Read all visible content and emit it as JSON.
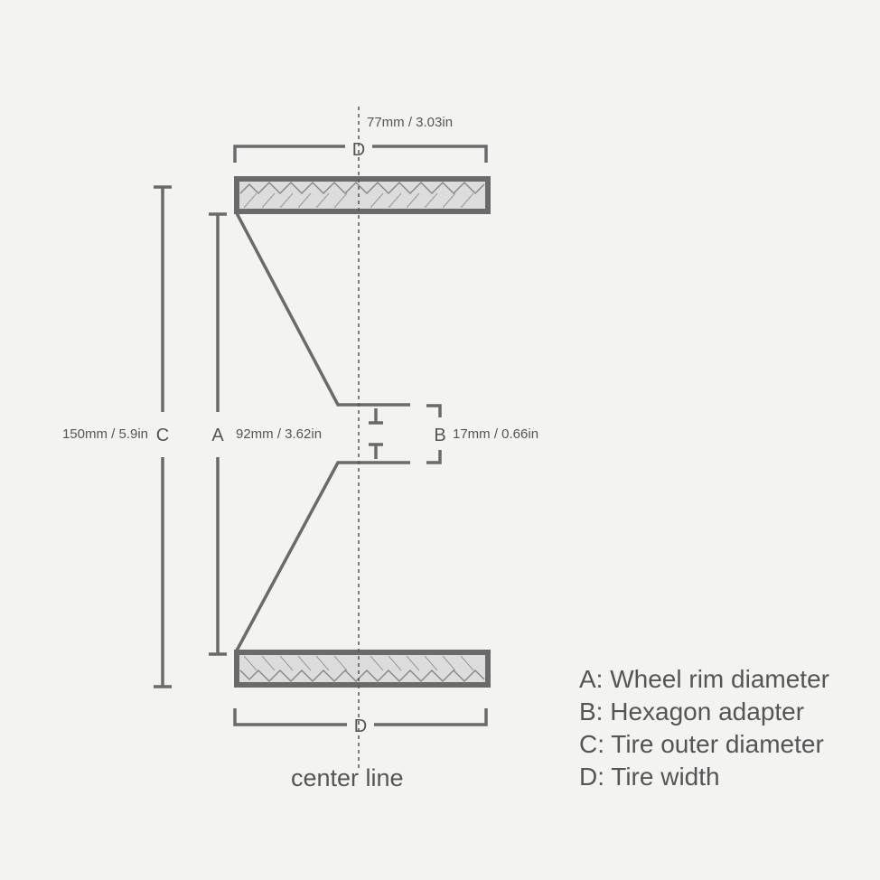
{
  "dimensions": {
    "a": {
      "letter": "A",
      "value": "92mm / 3.62in"
    },
    "b": {
      "letter": "B",
      "value": "17mm / 0.66in"
    },
    "c": {
      "letter": "C",
      "value": "150mm / 5.9in"
    },
    "d": {
      "letter": "D",
      "value": "77mm / 3.03in"
    }
  },
  "center_line_label": "center line",
  "legend": [
    "A: Wheel rim diameter",
    "B: Hexagon adapter",
    "C: Tire outer diameter",
    "D: Tire width"
  ],
  "colors": {
    "line": "#6a6a6a",
    "text": "#555555",
    "background": "#f3f3f2"
  }
}
